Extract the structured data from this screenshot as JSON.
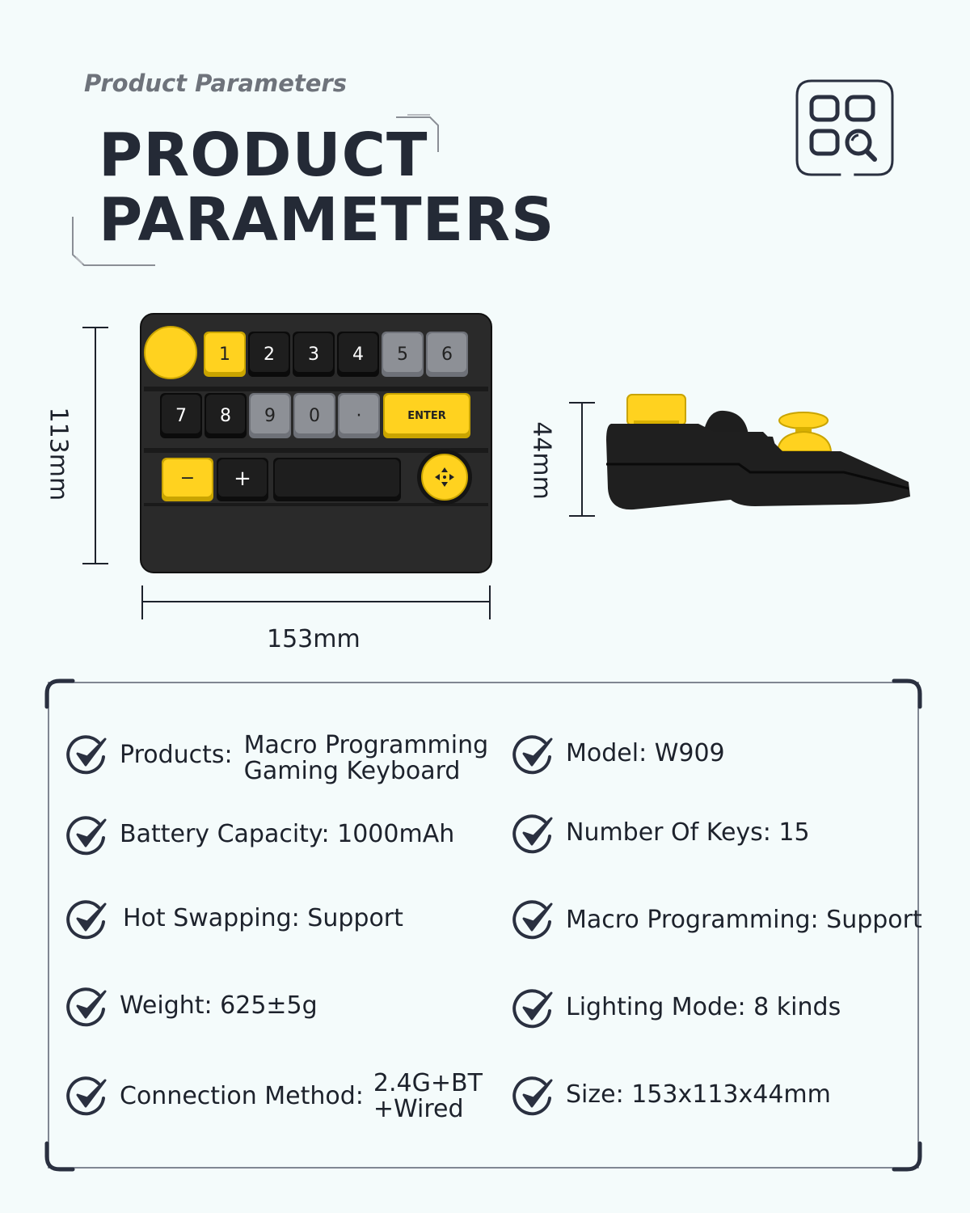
{
  "header": {
    "subtitle": "Product Parameters",
    "title_line1": "PRODUCT",
    "title_line2": "PARAMETERS",
    "icon": "grid-search-icon"
  },
  "dimensions": {
    "height_label": "113mm",
    "width_label": "153mm",
    "depth_label": "44mm"
  },
  "keyboard": {
    "row1": [
      "1",
      "2",
      "3",
      "4",
      "5",
      "6"
    ],
    "row2": [
      "7",
      "8",
      "9",
      "0",
      "·",
      "ENTER"
    ],
    "row3": [
      "−",
      "+"
    ],
    "colors": {
      "yellow": "#ffd21f",
      "black": "#1e1e1e",
      "grey": "#8d9096",
      "body": "#2a2a2a"
    }
  },
  "specs": {
    "products_label": "Products:",
    "products_value_line1": "Macro Programming",
    "products_value_line2": "Gaming Keyboard",
    "model": "Model: W909",
    "battery": "Battery Capacity: 1000mAh",
    "keys": "Number Of Keys: 15",
    "hot_swap": "Hot Swapping: Support",
    "macro": "Macro Programming: Support",
    "weight": "Weight: 625±5g",
    "lighting": "Lighting Mode: 8 kinds",
    "connection_label": "Connection Method:",
    "connection_value_line1": "2.4G+BT",
    "connection_value_line2": "+Wired",
    "size": "Size: 153x113x44mm",
    "check_icon": "check-circle-icon"
  }
}
